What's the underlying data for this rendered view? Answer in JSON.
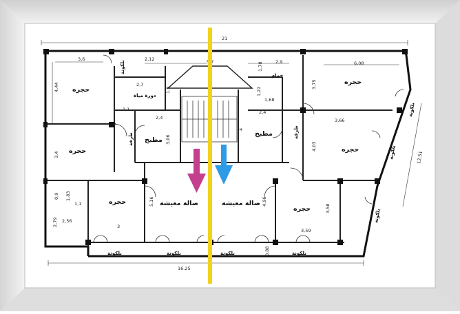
{
  "plan": {
    "overall_width": "21",
    "bottom_width": "16.25",
    "diagonal": "12.51",
    "rooms": {
      "bedroom": "حجره",
      "balcony": "بلكونة",
      "living_room": "صالة معيشة",
      "kitchen": "مطبخ",
      "bathroom": "حمام",
      "toilet": "دورة مياة",
      "corridor": "طرقة"
    },
    "dimensions": {
      "d3_6": "3,6",
      "d4_44": "4,44",
      "d2_7": "2,7",
      "d2_12": "2,12",
      "d1_9": "1,9",
      "d1_1": "1,1",
      "d2_4": "2,4",
      "d3_06": "3,06",
      "d3_4": "3,4",
      "d5_7": "5,7",
      "d1_78": "1,78",
      "d2_9": "2,9",
      "d1_22": "1,22",
      "d1_68": "1,68",
      "d4": "4",
      "d6_08": "6,08",
      "d3_75": "3,75",
      "d3_66": "3,66",
      "d4_03": "4,03",
      "d5_16": "5,16",
      "d4_96": "4,96",
      "d3_58": "3,58",
      "d3_59": "3,59",
      "d0_9": "0,9",
      "d1_83": "1,83",
      "d2_79": "2,79",
      "d2_56": "2,56",
      "d3": "3",
      "d0_88": "0,88",
      "d1_1b": "1,1"
    },
    "colors": {
      "divider": "#f2d21f",
      "arrow_left": "#c2408e",
      "arrow_right": "#2f9ae5"
    }
  }
}
